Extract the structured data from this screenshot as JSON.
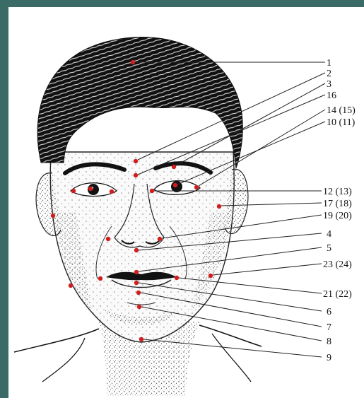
{
  "figure": {
    "subject": "face",
    "colors": {
      "point": "#d01e1e",
      "ink": "#111111",
      "frame": "#3a6b66",
      "paper": "#ffffff"
    }
  },
  "labels": [
    "1",
    "2",
    "3",
    "16",
    "14 (15)",
    "10 (11)",
    "12 (13)",
    "17 (18)",
    "19 (20)",
    "4",
    "5",
    "23 (24)",
    "21 (22)",
    "6",
    "7",
    "8",
    "9"
  ]
}
